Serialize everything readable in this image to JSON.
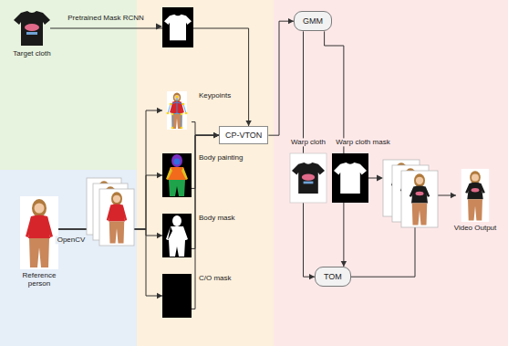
{
  "diagram": {
    "nodes": [
      {
        "text": [
          "Target cloth"
        ]
      },
      {
        "text": [
          "Reference person"
        ]
      },
      {
        "text": [
          "Keypoints"
        ]
      },
      {
        "text": [
          "Body painting"
        ]
      },
      {
        "text": [
          "Body mask"
        ]
      },
      {
        "text": [
          "C/O mask"
        ]
      },
      {
        "text": [
          "CP-VTON"
        ]
      },
      {
        "text": [
          "GMM"
        ]
      },
      {
        "text": [
          "TOM"
        ]
      },
      {
        "text": [
          "Video Output"
        ]
      }
    ],
    "edges": [
      {
        "from": 0,
        "to": 6,
        "label": "Pretrained Mask RCNN",
        "arrow": "to"
      },
      {
        "from": 1,
        "to": 2,
        "arrow": "to"
      },
      {
        "from": 1,
        "to": 3,
        "arrow": "to"
      },
      {
        "from": 1,
        "to": 4,
        "arrow": "to"
      },
      {
        "from": 1,
        "to": 5,
        "arrow": "to"
      },
      {
        "from": 2,
        "to": 6,
        "arrow": "to"
      },
      {
        "from": 3,
        "to": 6,
        "arrow": "to"
      },
      {
        "from": 4,
        "to": 6,
        "arrow": "to"
      },
      {
        "from": 5,
        "to": 6,
        "arrow": "to"
      },
      {
        "from": 6,
        "to": 7,
        "arrow": "to"
      },
      {
        "from": 7,
        "to": 8,
        "label": "Warp cloth",
        "arrow": "to"
      },
      {
        "from": 7,
        "to": 8,
        "label": "Warp cloth mask",
        "arrow": "to"
      },
      {
        "from": 8,
        "to": 9,
        "arrow": "to"
      }
    ],
    "labels": [
      "OpenCV"
    ]
  }
}
